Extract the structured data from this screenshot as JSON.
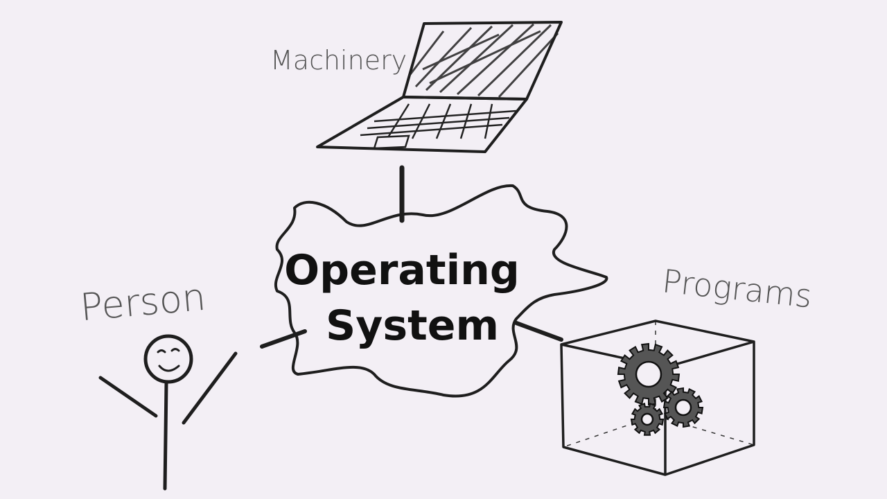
{
  "diagram": {
    "center": {
      "line1": "Operating",
      "line2": "System"
    },
    "nodes": {
      "machinery": "Machinery",
      "person": "Person",
      "programs": "Programs"
    }
  },
  "colors": {
    "background": "#f3eff5",
    "ink": "#1e1e1e",
    "label": "#555555"
  }
}
